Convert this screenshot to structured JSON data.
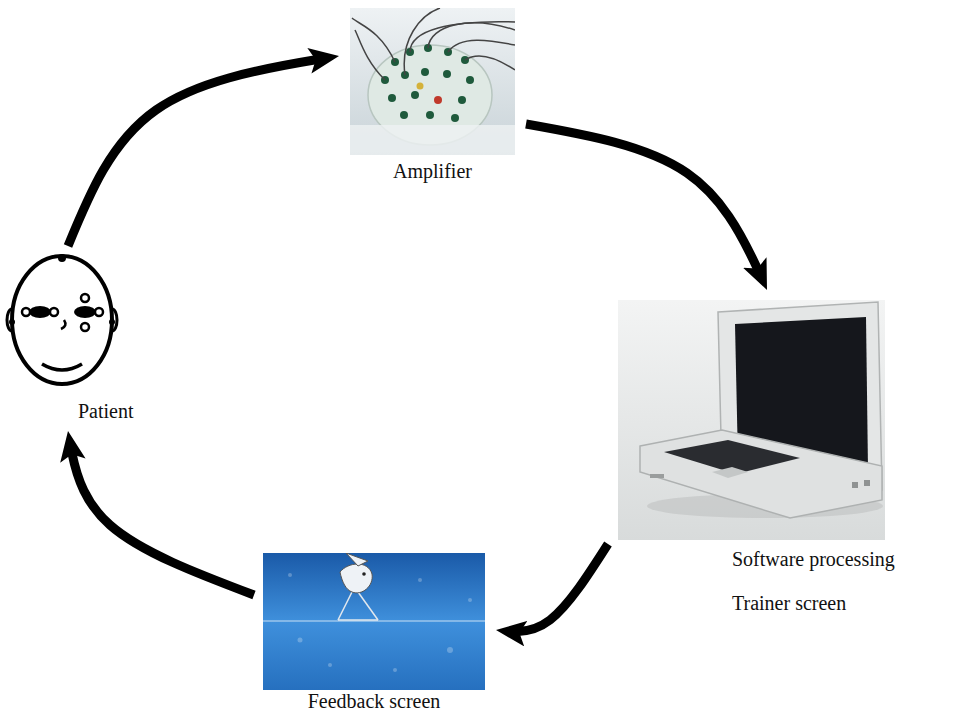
{
  "diagram": {
    "nodes": [
      {
        "text": [
          "Amplifier"
        ]
      },
      {
        "text": [
          "Patient"
        ]
      },
      {
        "text": [
          "Software processing",
          "Trainer screen"
        ]
      },
      {
        "text": [
          "Feedback screen"
        ]
      }
    ],
    "edges": [
      {
        "from": 1,
        "to": 0,
        "arrow": "to"
      },
      {
        "from": 0,
        "to": 2,
        "arrow": "to"
      },
      {
        "from": 2,
        "to": 3,
        "arrow": "to"
      },
      {
        "from": 3,
        "to": 1,
        "arrow": "to"
      }
    ]
  }
}
